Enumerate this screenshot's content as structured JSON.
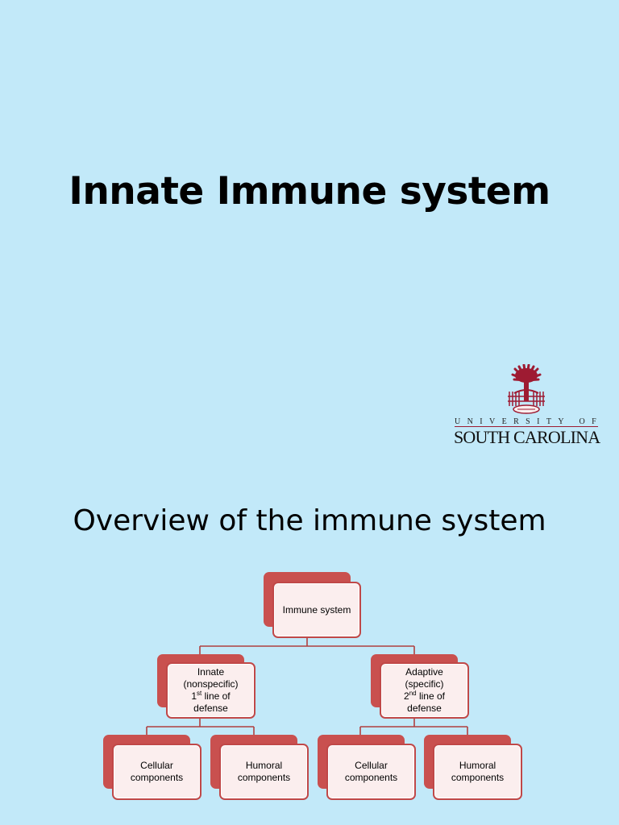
{
  "slide1": {
    "title": "Innate Immune system",
    "logo": {
      "university_of": "UNIVERSITY OF",
      "south_carolina": "SOUTH CAROLINA"
    }
  },
  "slide2": {
    "title": "Overview of the immune system",
    "diagram": {
      "root": "Immune system",
      "innate": {
        "line1": "Innate",
        "line2": "(nonspecific)",
        "ordinal_num": "1",
        "ordinal_suffix": "st",
        "line3_rest": " line of",
        "line4": "defense",
        "children": [
          "Cellular components",
          "Humoral components"
        ]
      },
      "adaptive": {
        "line1": "Adaptive",
        "line2": "(specific)",
        "ordinal_num": "2",
        "ordinal_suffix": "nd",
        "line3_rest": " line of",
        "line4": "defense",
        "children": [
          "Cellular components",
          "Humoral components"
        ]
      }
    }
  },
  "colors": {
    "background": "#c2e9f9",
    "node_back": "#c9504f",
    "node_front": "#fbeeee",
    "connector": "#b04040",
    "logo_accent": "#9e1b32"
  }
}
